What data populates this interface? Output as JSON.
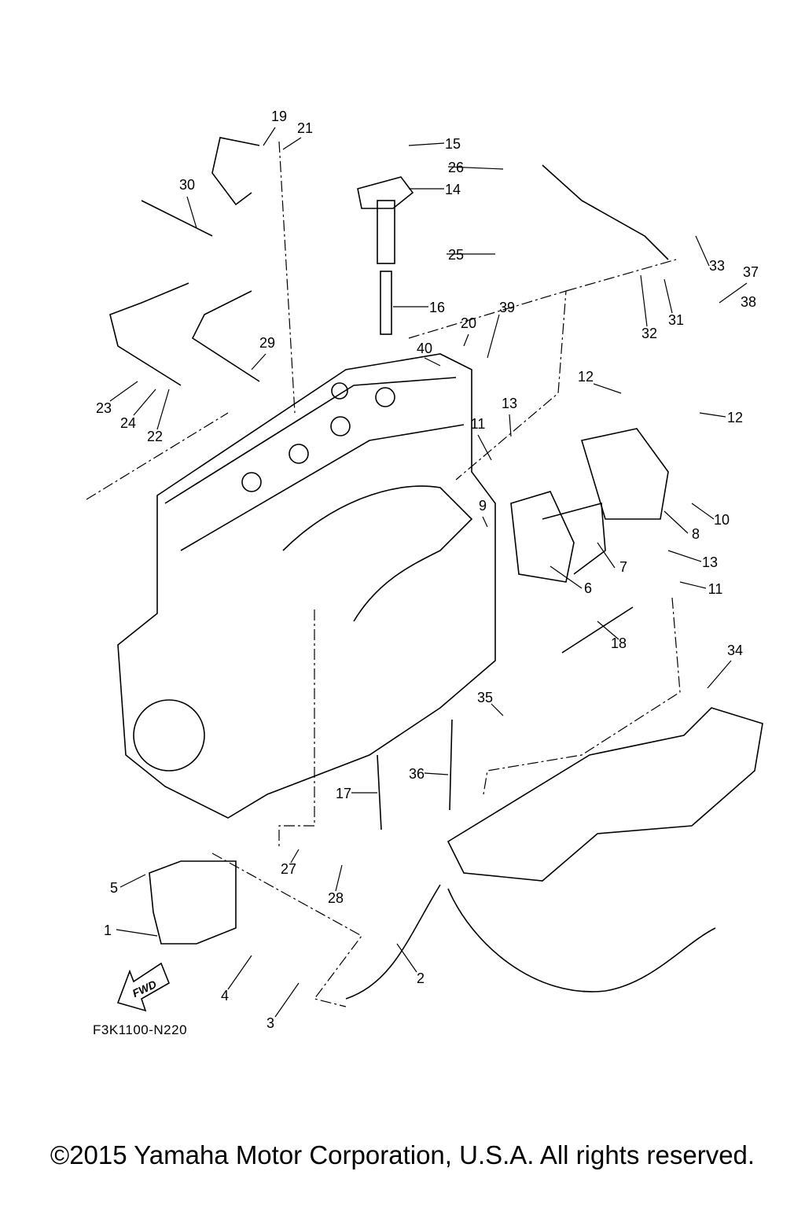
{
  "diagram": {
    "callouts": [
      "19",
      "21",
      "15",
      "26",
      "14",
      "30",
      "25",
      "33",
      "37",
      "16",
      "38",
      "31",
      "32",
      "39",
      "20",
      "29",
      "40",
      "12",
      "12",
      "23",
      "24",
      "22",
      "13",
      "11",
      "9",
      "10",
      "8",
      "7",
      "13",
      "6",
      "11",
      "18",
      "34",
      "35",
      "36",
      "17",
      "27",
      "28",
      "5",
      "1",
      "2",
      "4",
      "3"
    ],
    "fwd_label": "FWD",
    "drawing_code": "F3K1100-N220"
  },
  "footer": {
    "copyright": "©2015 Yamaha Motor Corporation, U.S.A. All rights reserved."
  }
}
